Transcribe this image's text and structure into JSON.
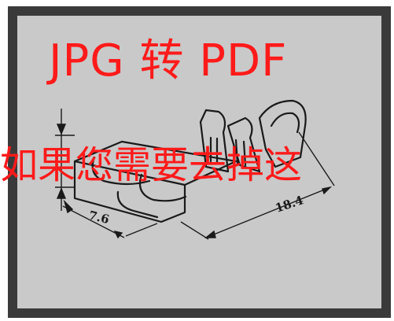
{
  "watermark": {
    "title": "JPG 转 PDF",
    "subtitle": "如果您需要去掉这"
  },
  "dimensions": {
    "width_label": "7.6",
    "length_label": "18.4"
  },
  "colors": {
    "watermark": "#ff1a1a",
    "frame": "#3a3a3a",
    "panel": "#c9c9c9"
  }
}
